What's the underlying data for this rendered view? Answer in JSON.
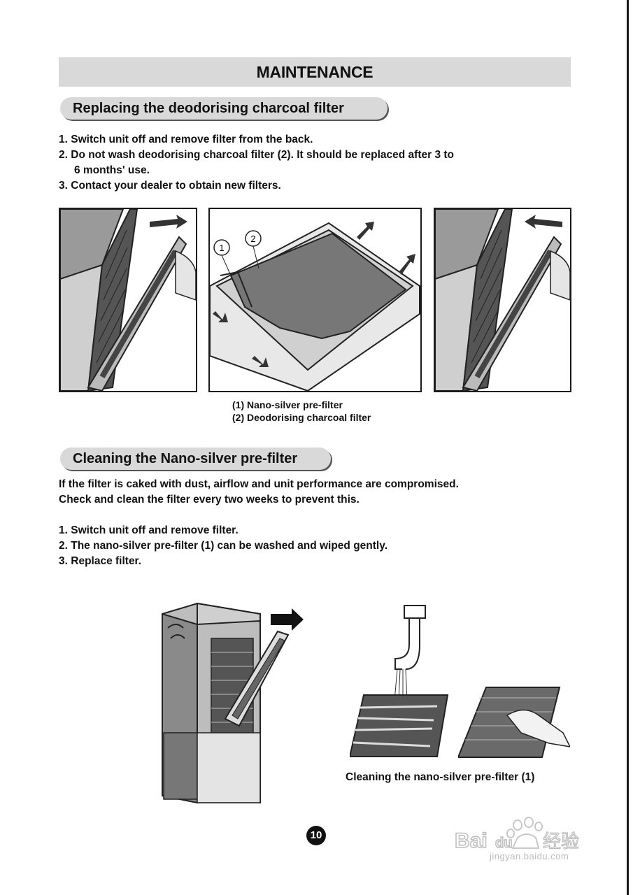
{
  "header": {
    "title": "MAINTENANCE"
  },
  "section1": {
    "title": "Replacing the deodorising charcoal filter",
    "steps": [
      {
        "num": "1.",
        "text": "Switch unit off and remove filter from the back."
      },
      {
        "num": "2.",
        "text": "Do not wash deodorising charcoal filter (2). It should be replaced after 3 to"
      },
      {
        "num": "",
        "text": "6 months' use."
      },
      {
        "num": "3.",
        "text": "Contact your dealer to obtain new filters."
      }
    ],
    "callouts": [
      "1",
      "2"
    ],
    "legend": [
      "(1) Nano-silver pre-filter",
      "(2) Deodorising charcoal filter"
    ]
  },
  "section2": {
    "title": "Cleaning the Nano-silver pre-filter",
    "intro": [
      "If the filter is caked with dust, airflow and unit performance are compromised.",
      "Check and clean the filter every two weeks to prevent this."
    ],
    "steps": [
      {
        "num": "1.",
        "text": "Switch unit off and remove filter."
      },
      {
        "num": "2.",
        "text": "The nano-silver pre-filter (1) can be washed and wiped gently."
      },
      {
        "num": "3.",
        "text": "Replace filter."
      }
    ],
    "caption": "Cleaning the nano-silver pre-filter (1)"
  },
  "footer": {
    "page_number": "10"
  },
  "watermark": {
    "logo": "Bai du 经验",
    "url": "jingyan.baidu.com"
  }
}
